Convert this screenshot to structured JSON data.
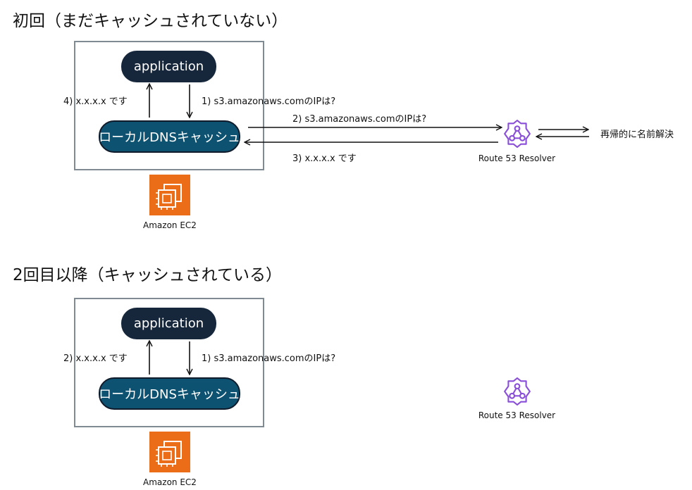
{
  "section1": {
    "title": "初回（まだキャッシュされていない）",
    "app_label": "application",
    "cache_label": "ローカルDNSキャッシュ",
    "step1": "1) s3.amazonaws.comのIPは?",
    "step2": "2) s3.amazonaws.comのIPは?",
    "step3": "3) x.x.x.x です",
    "step4": "4) x.x.x.x です",
    "resolver_label": "Route 53 Resolver",
    "recursive_label": "再帰的に名前解決",
    "ec2_label": "Amazon EC2"
  },
  "section2": {
    "title": "2回目以降（キャッシュされている）",
    "app_label": "application",
    "cache_label": "ローカルDNSキャッシュ",
    "step1": "1) s3.amazonaws.comのIPは?",
    "step2": "2) x.x.x.x です",
    "resolver_label": "Route 53 Resolver",
    "ec2_label": "Amazon EC2"
  },
  "colors": {
    "app_pill": "#16263b",
    "cache_pill": "#0d5271",
    "ec2_orange": "#ec6d17",
    "resolver_purple": "#8a4fd8",
    "box_border": "#7f8a93"
  },
  "icons": {
    "ec2": "ec2-chip-icon",
    "resolver": "route53-resolver-icon"
  }
}
